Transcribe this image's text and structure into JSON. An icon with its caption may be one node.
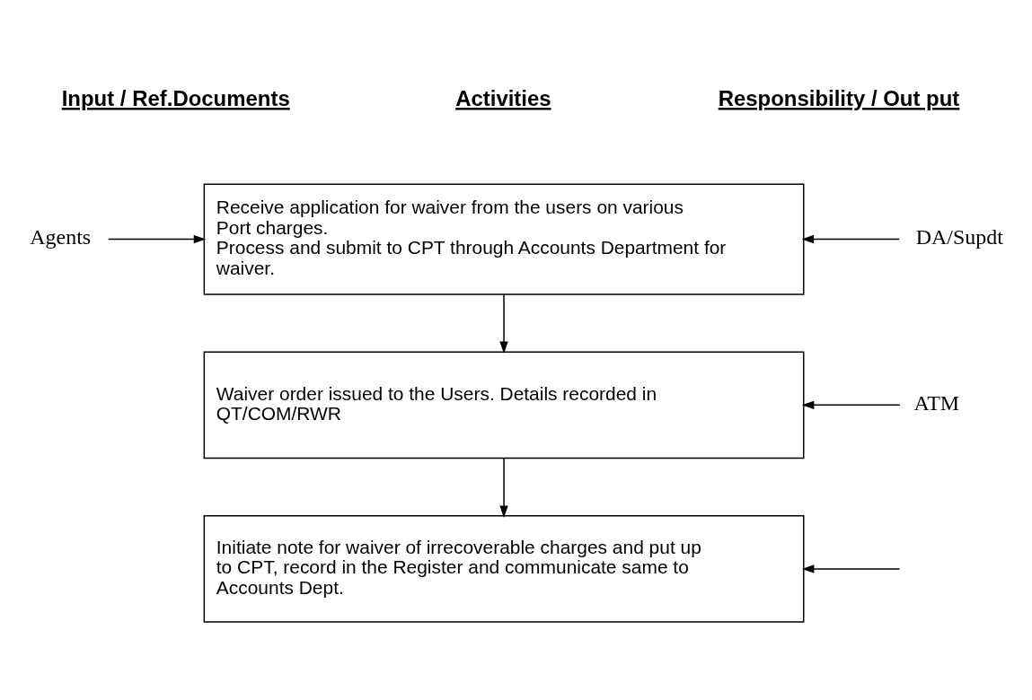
{
  "diagram": {
    "nodes": [
      {
        "text": [
          "Agents"
        ]
      },
      {
        "text": [
          "Receive application for waiver from the users on various Port charges.",
          "Process and submit to CPT through Accounts Department for waiver."
        ]
      },
      {
        "text": [
          "DA/Supdt"
        ]
      },
      {
        "text": [
          "Waiver order issued to the Users. Details recorded in QT/COM/RWR"
        ]
      },
      {
        "text": [
          "ATM"
        ]
      },
      {
        "text": [
          "Initiate note for waiver of irrecoverable charges and put up to CPT, record in the Register and communicate same to Accounts Dept."
        ]
      }
    ],
    "edges": [
      {
        "from": 0,
        "to": 1,
        "arrow": "to"
      },
      {
        "from": 2,
        "to": 1,
        "arrow": "to"
      },
      {
        "from": 1,
        "to": 3,
        "arrow": "to"
      },
      {
        "from": 4,
        "to": 3,
        "arrow": "to"
      },
      {
        "from": 3,
        "to": 5,
        "arrow": "to"
      },
      {
        "from": null,
        "to": 5,
        "arrow": "to"
      }
    ],
    "labels": [
      "Input / Ref.Documents",
      "Activities",
      "Responsibility / Out put"
    ]
  }
}
